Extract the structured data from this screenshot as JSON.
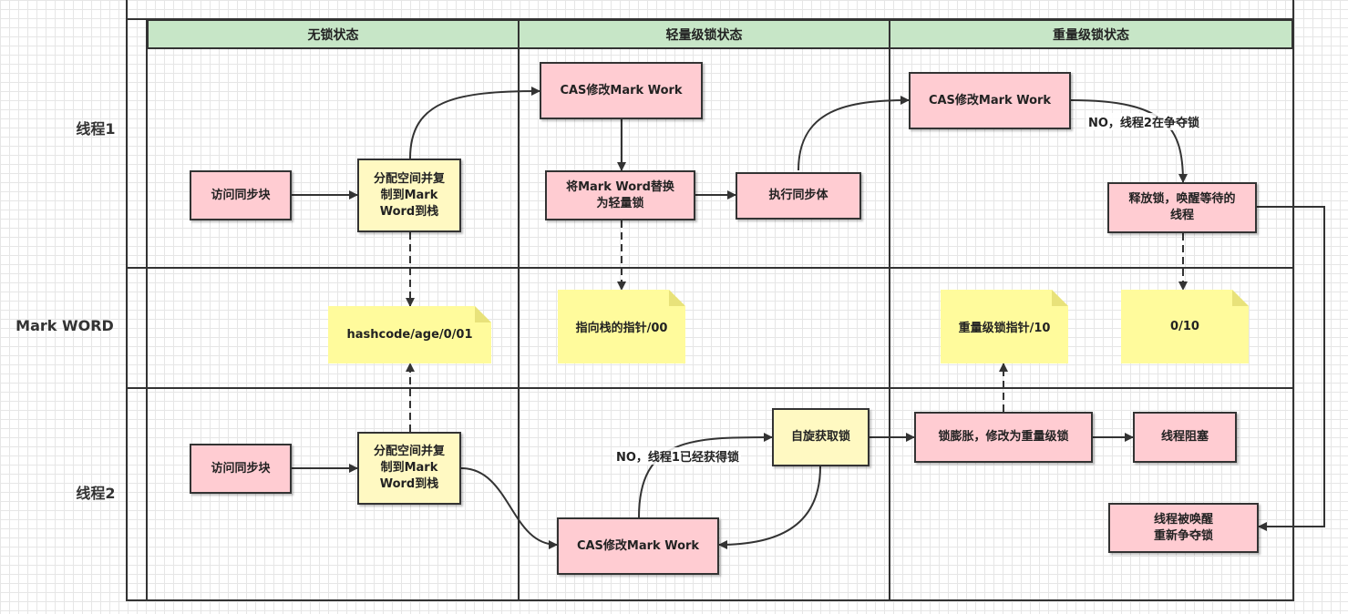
{
  "columns": [
    "无锁状态",
    "轻量级锁状态",
    "重量级锁状态"
  ],
  "lanes": [
    "线程1",
    "Mark WORD",
    "线程2"
  ],
  "colors": {
    "process_box": "#ffccd2",
    "step_box": "#fff9c2",
    "note": "#fffb9c",
    "header": "#c7e6c7",
    "line": "#333333"
  },
  "nodes": {
    "t1_access": "访问同步块",
    "t1_alloc": "分配空间并复\n制到Mark\nWord到栈",
    "t1_cas_light": "CAS修改Mark Work",
    "t1_replace": "将Mark Word替换\n为轻量锁",
    "t1_exec": "执行同步体",
    "t1_cas_heavy": "CAS修改Mark Work",
    "t1_release": "释放锁，唤醒等待的\n线程",
    "mw_nolock": "hashcode/age/0/01",
    "mw_light": "指向栈的指针/00",
    "mw_heavy": "重量级锁指针/10",
    "mw_zero": "0/10",
    "t2_access": "访问同步块",
    "t2_alloc": "分配空间并复\n制到Mark\nWord到栈",
    "t2_spin": "自旋获取锁",
    "t2_cas": "CAS修改Mark Work",
    "t2_inflate": "锁膨胀，修改为重量级锁",
    "t2_block": "线程阻塞",
    "t2_woken": "线程被唤醒\n重新争夺锁"
  },
  "edge_labels": {
    "t2_contending": "NO，线程2在争夺锁",
    "t1_acquired": "NO，线程1已经获得锁"
  }
}
